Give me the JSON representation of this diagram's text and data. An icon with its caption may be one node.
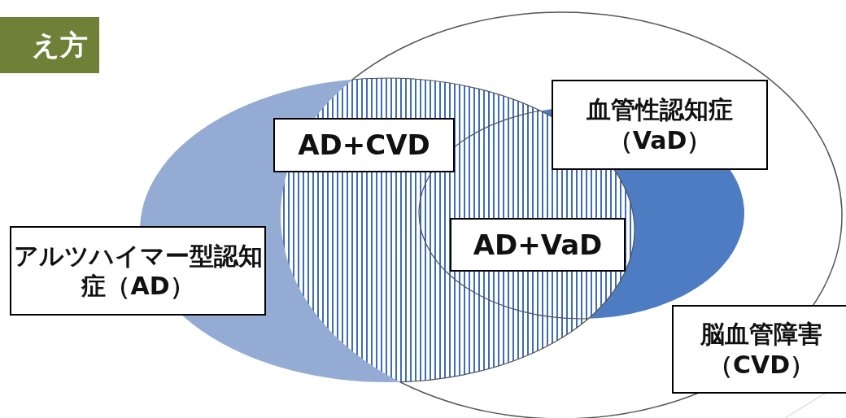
{
  "diagram": {
    "title": "え方",
    "nodes": [
      {
        "text": [
          "AD+CVD"
        ]
      },
      {
        "text": [
          "血管性認知症（VaD）"
        ]
      },
      {
        "text": [
          "アルツハイマー型認知症（AD）"
        ]
      },
      {
        "text": [
          "AD+VaD"
        ]
      },
      {
        "text": [
          "脳血管障害（CVD）"
        ]
      }
    ]
  }
}
